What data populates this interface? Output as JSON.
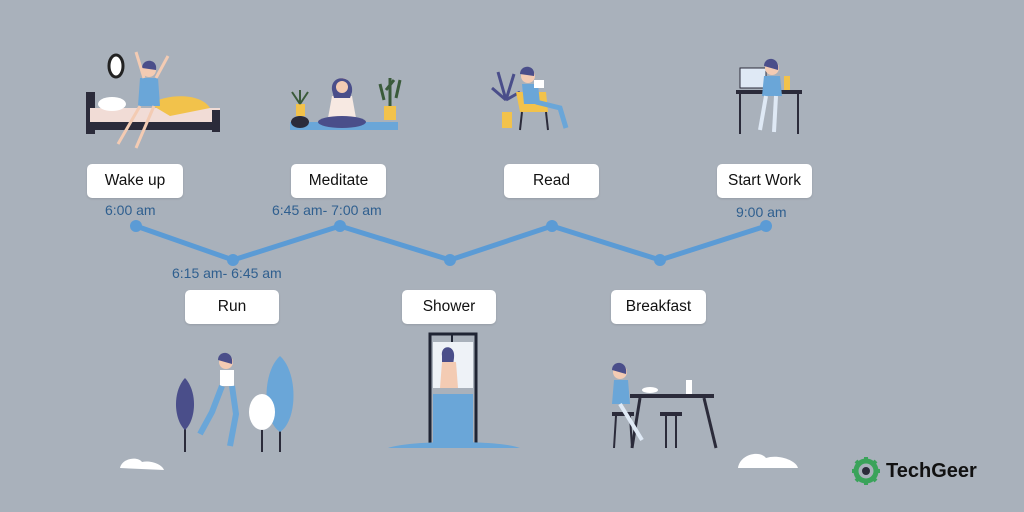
{
  "steps": [
    {
      "label": "Wake up",
      "time": "6:00 am"
    },
    {
      "label": "Run",
      "time": "6:15 am- 6:45 am"
    },
    {
      "label": "Meditate",
      "time": "6:45 am- 7:00 am"
    },
    {
      "label": "Shower",
      "time": ""
    },
    {
      "label": "Read",
      "time": ""
    },
    {
      "label": "Breakfast",
      "time": ""
    },
    {
      "label": "Start Work",
      "time": "9:00 am"
    }
  ],
  "brand": {
    "name_part1": "Tech",
    "name_part2": "Geer",
    "logo_icon": "gear-icon"
  },
  "colors": {
    "background": "#a9b1bb",
    "line": "#5b9bd5",
    "time_text": "#2f5f8f",
    "accent_blue": "#6aa6d8",
    "hair": "#4a4e8a",
    "yellow": "#f2c24b",
    "brand_green": "#3aa35a"
  }
}
